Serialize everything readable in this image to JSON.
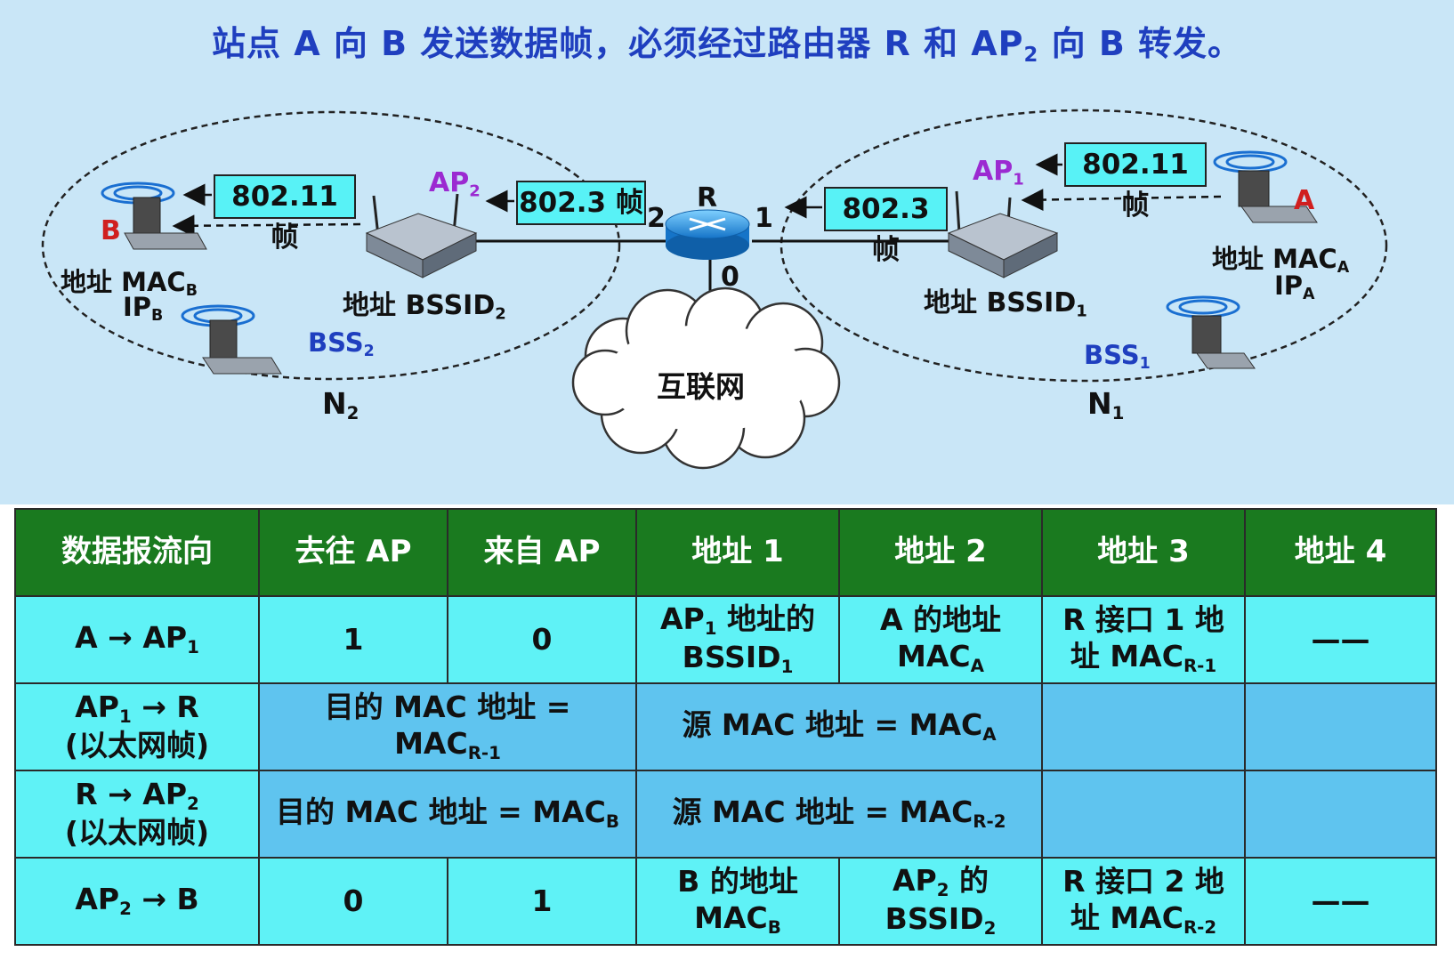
{
  "title": "站点 A 向 B 发送数据帧，必须经过路由器 R 和 AP₂ 向 B 转发。",
  "title_parts": {
    "a": "站点 A 向 B 发送数据帧，必须经过路由器 R 和 AP",
    "sub": "2",
    "b": " 向 B 转发。"
  },
  "diagram": {
    "frame_80211": "802.11 帧",
    "frame_8023": "802.3 帧",
    "router": "R",
    "port1": "1",
    "port2": "2",
    "port0": "0",
    "internet": "互联网",
    "ap1": {
      "main": "AP",
      "sub": "1"
    },
    "ap2": {
      "main": "AP",
      "sub": "2"
    },
    "bssid1": {
      "main": "地址 BSSID",
      "sub": "1"
    },
    "bssid2": {
      "main": "地址 BSSID",
      "sub": "2"
    },
    "station_a": "A",
    "station_b": "B",
    "mac_a": {
      "main": "地址 MAC",
      "sub": "A"
    },
    "ip_a": {
      "main": "IP",
      "sub": "A"
    },
    "mac_b": {
      "main": "地址 MAC",
      "sub": "B"
    },
    "ip_b": {
      "main": "IP",
      "sub": "B"
    },
    "bss1": {
      "main": "BSS",
      "sub": "1"
    },
    "bss2": {
      "main": "BSS",
      "sub": "2"
    },
    "n1": {
      "main": "N",
      "sub": "1"
    },
    "n2": {
      "main": "N",
      "sub": "2"
    }
  },
  "table": {
    "headers": [
      "数据报流向",
      "去往 AP",
      "来自 AP",
      "地址 1",
      "地址 2",
      "地址 3",
      "地址 4"
    ],
    "row1": {
      "flow": {
        "a": "A → AP",
        "sub": "1"
      },
      "to_ap": "1",
      "from_ap": "0",
      "addr1": {
        "a": "AP",
        "sub": "1",
        "b": " 地址的",
        "c": "BSSID",
        "sub2": "1"
      },
      "addr2": {
        "a": "A 的地址",
        "b": "MAC",
        "sub": "A"
      },
      "addr3": {
        "a": "R 接口 1 地",
        "b": "址 MAC",
        "sub": "R-1"
      },
      "addr4": "——"
    },
    "row2": {
      "flow": {
        "a": "AP",
        "sub": "1",
        "b": " → R",
        "c": "(以太网帧)"
      },
      "dest": {
        "a": "目的 MAC 地址 =",
        "b": "MAC",
        "sub": "R-1"
      },
      "src": {
        "a": "源 MAC 地址 = MAC",
        "sub": "A"
      }
    },
    "row3": {
      "flow": {
        "a": "R  → AP",
        "sub": "2",
        "c": "(以太网帧)"
      },
      "dest": {
        "a": "目的 MAC 地址 = MAC",
        "sub": "B"
      },
      "src": {
        "a": "源 MAC 地址 = MAC",
        "sub": "R-2"
      }
    },
    "row4": {
      "flow": {
        "a": "AP",
        "sub": "2",
        "b": " → B"
      },
      "to_ap": "0",
      "from_ap": "1",
      "addr1": {
        "a": "B 的地址",
        "b": "MAC",
        "sub": "B"
      },
      "addr2": {
        "a": "AP",
        "sub": "2",
        "b": " 的",
        "c": "BSSID",
        "sub2": "2"
      },
      "addr3": {
        "a": "R 接口 2 地",
        "b": "址 MAC",
        "sub": "R-2"
      },
      "addr4": "——"
    }
  },
  "colors": {
    "title": "#1f3fbf",
    "header_bg": "#1a7a1f",
    "cell_cyan": "#5ff2f6",
    "cell_blue": "#5fc4ef",
    "frame_box": "#58f2f6",
    "bg": "#c9e6f7"
  }
}
